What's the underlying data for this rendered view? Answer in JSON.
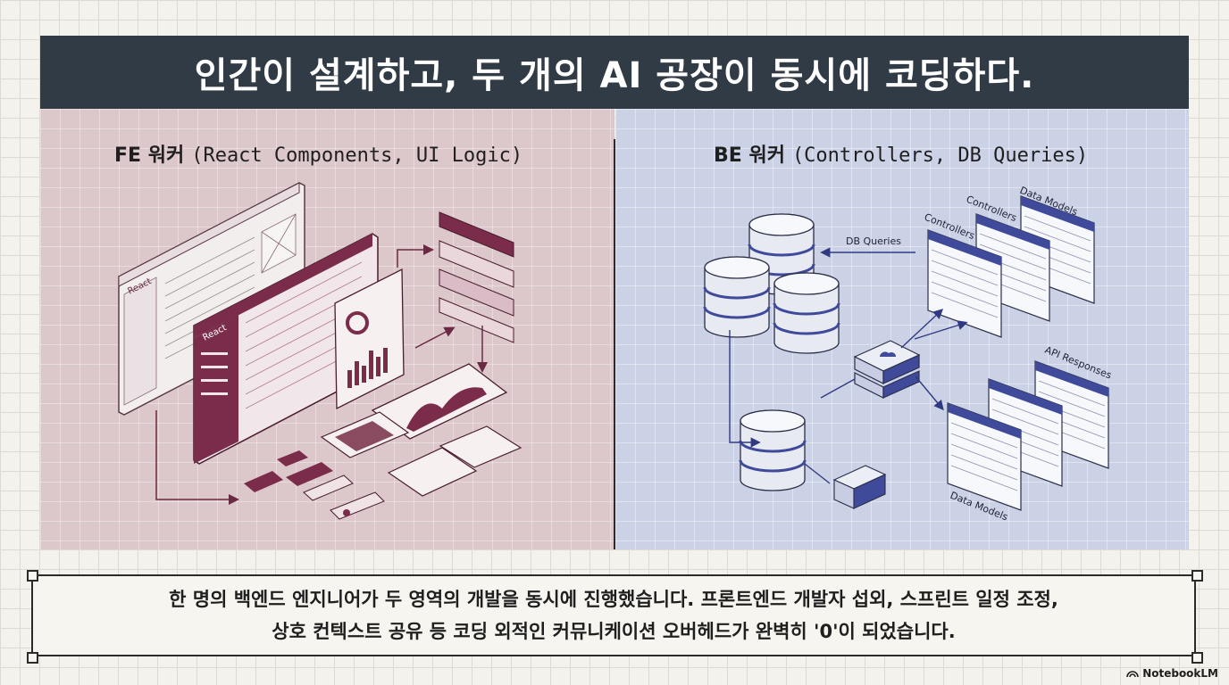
{
  "title": "인간이 설계하고, 두 개의 AI 공장이 동시에 코딩하다.",
  "fe_panel": {
    "label_strong": "FE 워커",
    "label_sub": "(React Components, UI Logic)",
    "window_back_label": "React",
    "window_front_label": "React"
  },
  "be_panel": {
    "label_strong": "BE 워커",
    "label_sub": "(Controllers, DB Queries)",
    "tag_db_queries": "DB Queries",
    "tag_controllers_top": "Controllers",
    "tag_controllers_mid": "Controllers",
    "tag_data_models_top": "Data Models",
    "tag_api_responses": "API Responses",
    "tag_data_models_bottom": "Data Models"
  },
  "caption": {
    "line1": "한 명의 백엔드 엔지니어가 두 영역의 개발을 동시에 진행했습니다. 프론트엔드 개발자 섭외, 스프린트 일정 조정,",
    "line2": "상호 컨텍스트 공유 등 코딩 외적인 커뮤니케이션 오버헤드가 완벽히 '0'이 되었습니다."
  },
  "brand": "NotebookLM",
  "colors": {
    "title_bg": "#313b45",
    "fe_bg": "#dcc7cb",
    "fe_accent": "#7a2c4a",
    "be_bg": "#ccd2e6",
    "be_accent": "#3f4a9a"
  }
}
